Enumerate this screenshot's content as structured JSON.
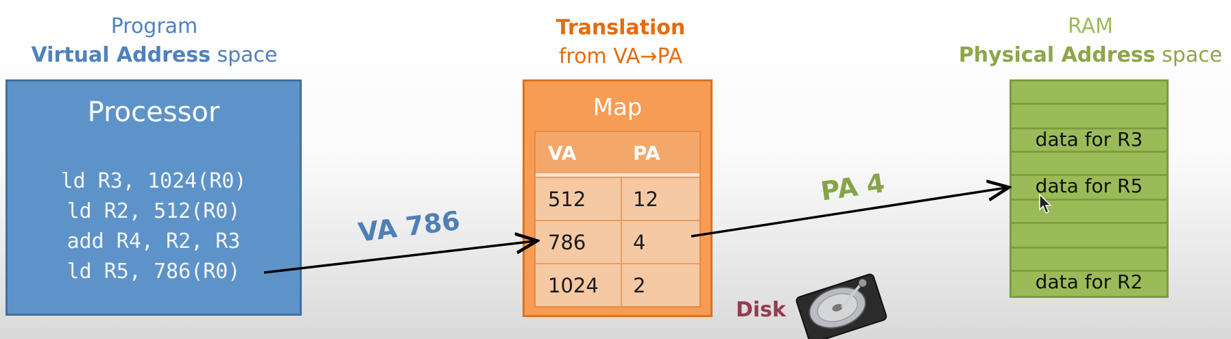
{
  "program_heading": {
    "line1": "Program",
    "line2_bold": "Virtual Address",
    "line2_rest": " space"
  },
  "translation_heading": {
    "line1": "Translation",
    "line2": "from VA→PA"
  },
  "ram_heading": {
    "line1": "RAM",
    "line2_bold": "Physical Address",
    "line2_rest": " space"
  },
  "processor": {
    "title": "Processor",
    "code": [
      "ld R3, 1024(R0)",
      "ld R2, 512(R0)",
      "add R4, R2, R3",
      "ld R5, 786(R0)"
    ]
  },
  "map": {
    "title": "Map",
    "headers": [
      "VA",
      "PA"
    ],
    "rows": [
      {
        "va": "512",
        "pa": "12"
      },
      {
        "va": "786",
        "pa": "4"
      },
      {
        "va": "1024",
        "pa": "2"
      }
    ]
  },
  "ram": {
    "rows": [
      "",
      "",
      "data for R3",
      "",
      "data for R5",
      "",
      "",
      "",
      "data for R2"
    ]
  },
  "labels": {
    "va": "VA 786",
    "pa": "PA 4",
    "disk": "Disk"
  },
  "icons": {
    "disk": "hard-disk-icon",
    "cursor": "mouse-pointer-icon"
  },
  "colors": {
    "virtual": "#4f81bd",
    "translation": "#e46c0a",
    "physical": "#9bbb59",
    "disk": "#953a54"
  }
}
